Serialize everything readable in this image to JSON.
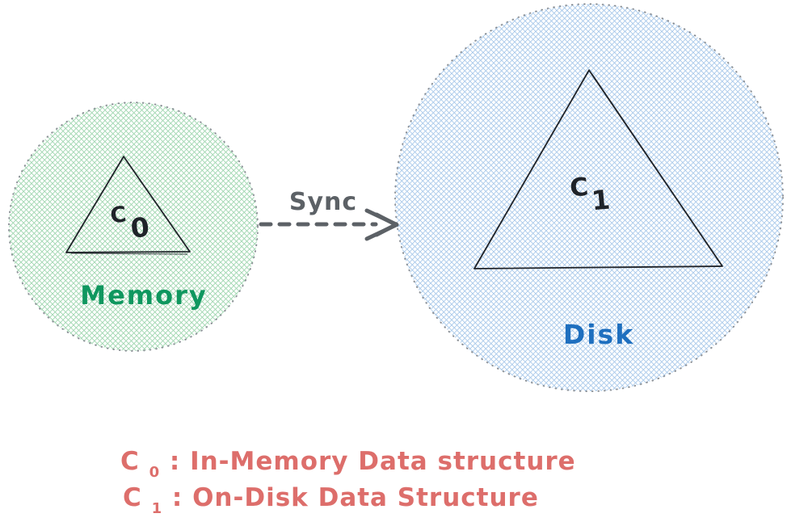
{
  "diagram": {
    "memory": {
      "caption": "Memory",
      "label_main": "C",
      "label_sub": "0"
    },
    "disk": {
      "caption": "Disk",
      "label_main": "C",
      "label_sub": "1"
    },
    "arrow": {
      "label": "Sync"
    },
    "legend": {
      "items": [
        {
          "symbol": "C",
          "sub": "0",
          "text": ": In-Memory Data structure"
        },
        {
          "symbol": "C",
          "sub": "1",
          "text": ": On-Disk Data Structure"
        }
      ]
    },
    "colors": {
      "background": "#ffffff",
      "memory_hatch": "#9fd6b0",
      "memory_caption": "#0f975f",
      "disk_hatch": "#a9c9ea",
      "disk_caption": "#1e6fbf",
      "triangle_stroke": "#1f2329",
      "circle_dot_border": "#8d9298",
      "arrow": "#5c6166",
      "legend_text": "#dd6e6b"
    }
  }
}
